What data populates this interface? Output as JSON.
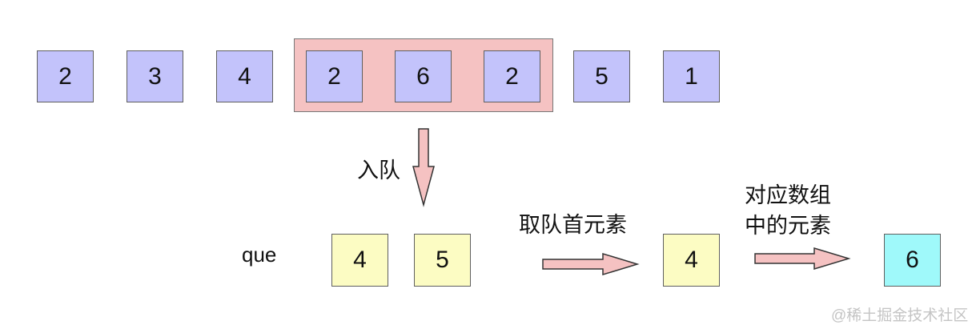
{
  "colors": {
    "array_cell": "#c3c3fb",
    "window_highlight": "#f5c2c2",
    "queue_cell": "#fcfcc3",
    "result_cell": "#9ff9fa",
    "arrow_fill": "#f5c2c2",
    "arrow_stroke": "#333333"
  },
  "array": [
    "2",
    "3",
    "4",
    "2",
    "6",
    "2",
    "5",
    "1"
  ],
  "enqueue_label": "入队",
  "queue_label": "que",
  "queue_values": [
    "4",
    "5"
  ],
  "take_front_label": "取队首元素",
  "front_value": "4",
  "map_label_line1": "对应数组",
  "map_label_line2": "中的元素",
  "result_value": "6",
  "watermark": "@稀土掘金技术社区"
}
